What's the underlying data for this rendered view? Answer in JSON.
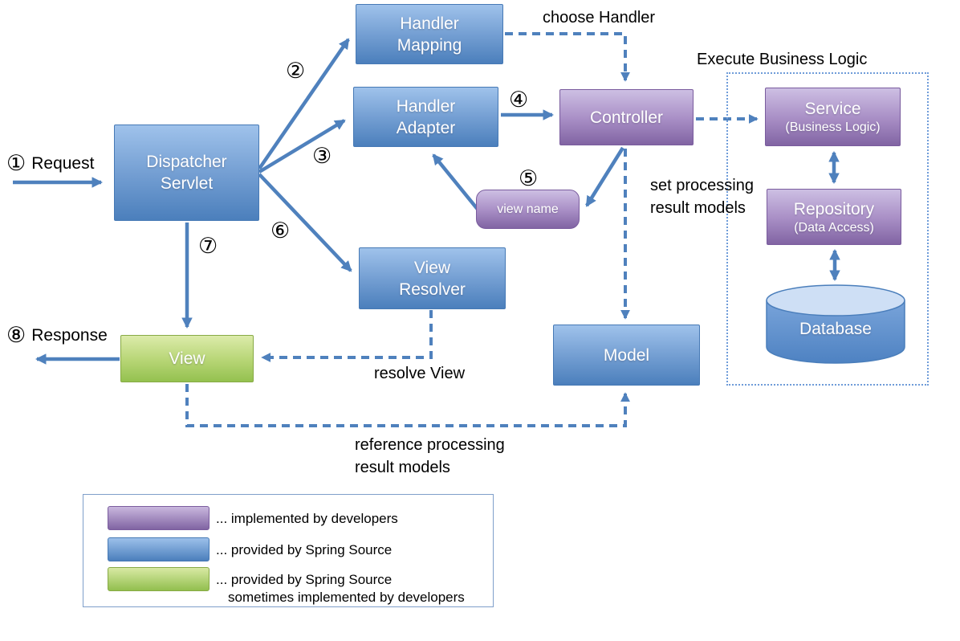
{
  "markers": {
    "m1": "①",
    "m2": "②",
    "m3": "③",
    "m4": "④",
    "m5": "⑤",
    "m6": "⑥",
    "m7": "⑦",
    "m8": "⑧"
  },
  "labels": {
    "request": "Request",
    "response": "Response",
    "choose_handler": "choose Handler",
    "execute_business_logic": "Execute Business Logic",
    "set_processing_line1": "set processing",
    "set_processing_line2": "result models",
    "resolve_view": "resolve View",
    "reference_line1": "reference processing",
    "reference_line2": "result models"
  },
  "nodes": {
    "handler_mapping": {
      "line1": "Handler",
      "line2": "Mapping"
    },
    "handler_adapter": {
      "line1": "Handler",
      "line2": "Adapter"
    },
    "dispatcher_servlet": {
      "line1": "Dispatcher",
      "line2": "Servlet"
    },
    "controller": {
      "label": "Controller"
    },
    "view_name": {
      "label": "view name"
    },
    "view_resolver": {
      "line1": "View",
      "line2": "Resolver"
    },
    "view": {
      "label": "View"
    },
    "model": {
      "label": "Model"
    },
    "service": {
      "label": "Service",
      "sublabel": "(Business Logic)"
    },
    "repository": {
      "label": "Repository",
      "sublabel": "(Data Access)"
    },
    "database": {
      "label": "Database"
    }
  },
  "legend": {
    "items": [
      {
        "swatch": "purple",
        "line1": "... implemented by developers"
      },
      {
        "swatch": "blue",
        "line1": "... provided by Spring Source"
      },
      {
        "swatch": "green",
        "line1": "... provided by Spring Source",
        "line2": "sometimes implemented by developers"
      }
    ]
  },
  "colors": {
    "arrow": "#4f81bd",
    "blue_box_top": "#9fc2eb",
    "blue_box_bottom": "#4b7fbc",
    "purple_box_top": "#cdbfe3",
    "purple_box_bottom": "#8164a3",
    "green_box_top": "#dcebaa",
    "green_box_bottom": "#94c14f",
    "dotted_frame": "#6f9cd9",
    "text": "#000000"
  }
}
